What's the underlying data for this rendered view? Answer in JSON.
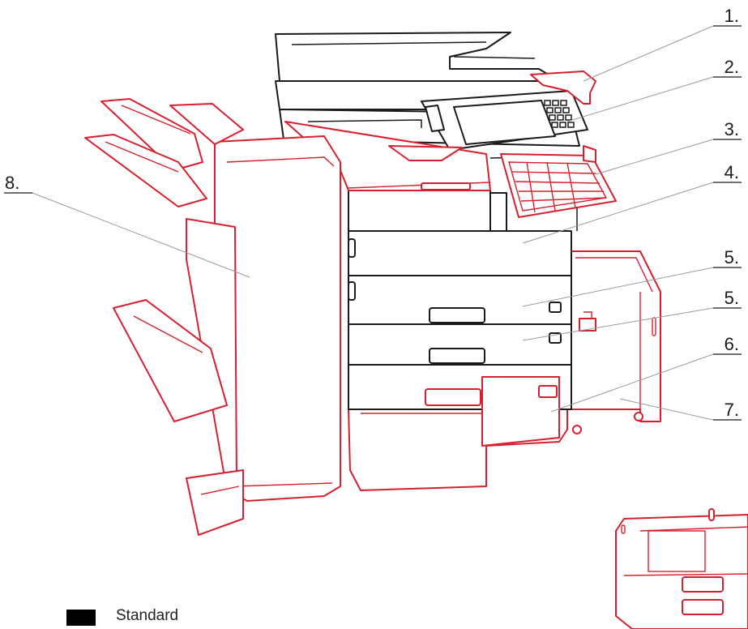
{
  "callouts": [
    {
      "id": "1",
      "text": "1."
    },
    {
      "id": "2",
      "text": "2."
    },
    {
      "id": "3",
      "text": "3."
    },
    {
      "id": "4",
      "text": "4."
    },
    {
      "id": "5a",
      "text": "5."
    },
    {
      "id": "5b",
      "text": "5."
    },
    {
      "id": "6",
      "text": "6."
    },
    {
      "id": "7",
      "text": "7."
    },
    {
      "id": "8",
      "text": "8."
    }
  ],
  "legend": {
    "standard_label": "Standard",
    "standard_color": "#000000",
    "option_color": "#d6202f"
  },
  "colors": {
    "outline": "#1a1a1a",
    "accent": "#d6202f",
    "leader": "#9a9a9a"
  }
}
